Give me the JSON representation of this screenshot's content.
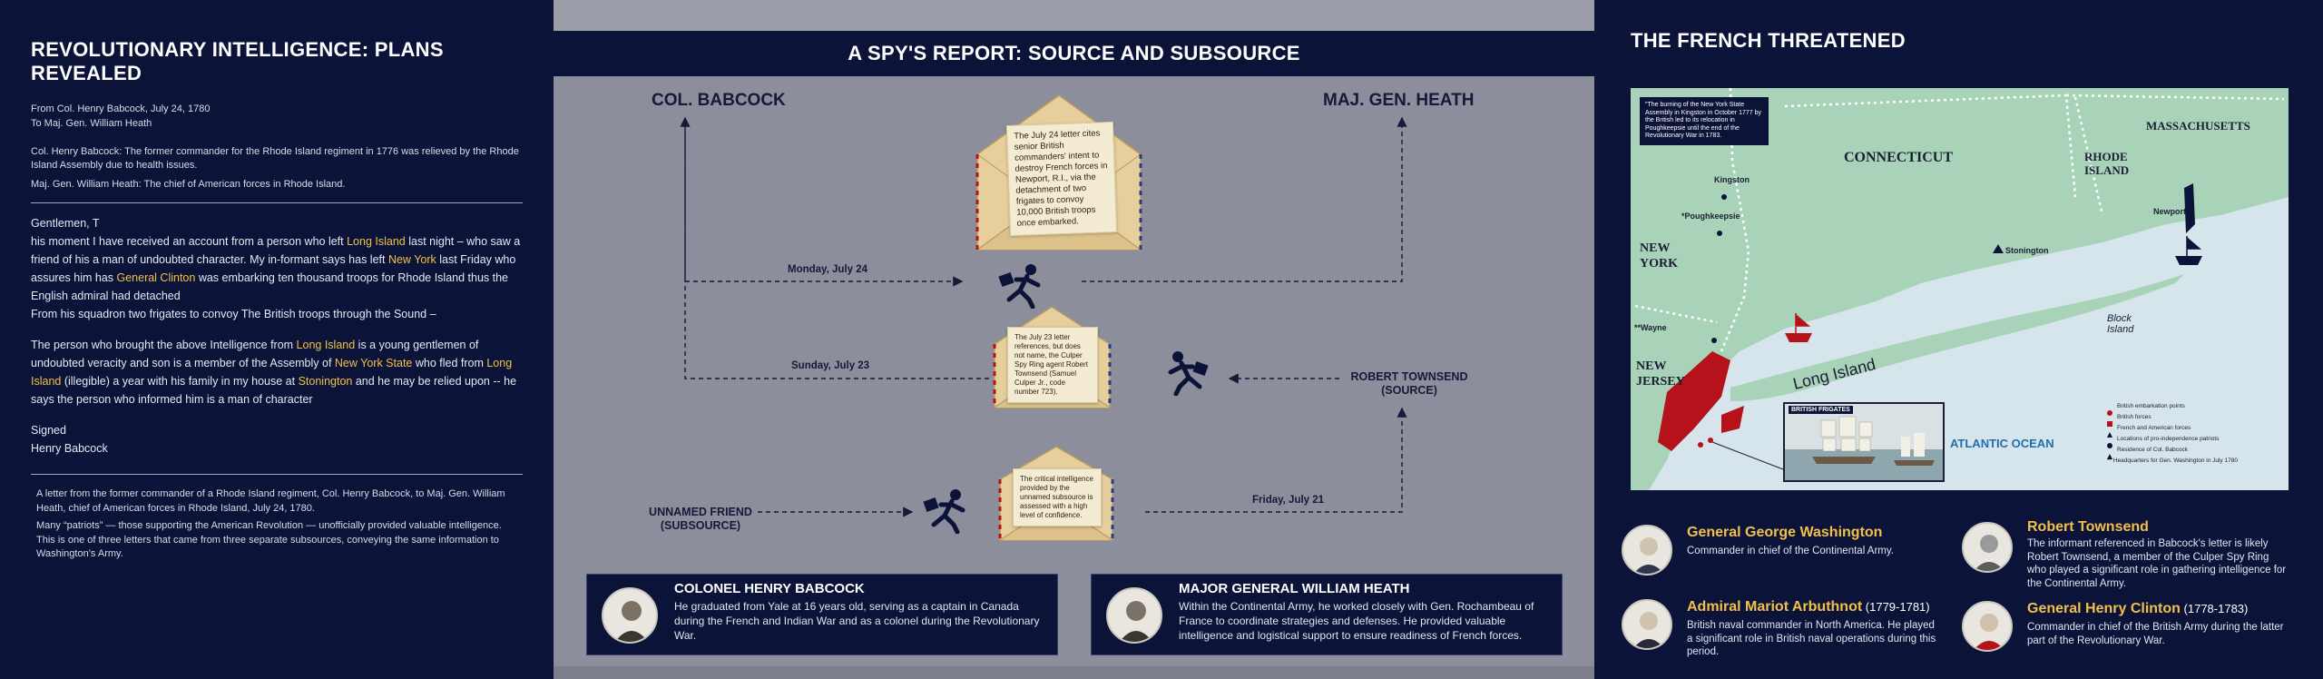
{
  "left": {
    "title": "REVOLUTIONARY INTELLIGENCE: PLANS REVEALED",
    "from_line": "From Col. Henry Babcock, July 24, 1780",
    "to_line": "To Maj. Gen. William Heath",
    "bio_babcock": "Col. Henry Babcock: The former commander for the Rhode Island regiment in 1776 was relieved by the Rhode Island Assembly due to health issues.",
    "bio_heath": "Maj. Gen.  William Heath:  The chief of American forces in Rhode Island.",
    "letter": {
      "salutation": "Gentlemen, T",
      "p1_a": "his moment I have received an account from a person who left ",
      "p1_long_island": "Long Island",
      "p1_b": " last night – who saw a friend of his a man of undoubted character. My in-formant says has left ",
      "p1_new_york": "New York",
      "p1_c": " last Friday who assures him has ",
      "p1_clinton": "General Clinton",
      "p1_d": " was embarking ten thousand troops for Rhode Island thus the English admiral had detached",
      "p2": "From his squadron two frigates to convoy The British troops through the Sound –",
      "p3_a": "The person who brought the above Intelligence from ",
      "p3_long_island": "Long Island",
      "p3_b": " is a young gentlemen of undoubted veracity and son is a member of the Assembly of ",
      "p3_nys": "New York State",
      "p3_c": " who fled from ",
      "p3_long_island2": "Long Island",
      "p3_d": " (illegible) a year with his family in my house at ",
      "p3_stonington": "Stonington",
      "p3_e": " and he may be relied upon -- he says the person who informed him is a man of character",
      "signed": "Signed",
      "signature": "Henry Babcock"
    },
    "note1": "A letter from the former commander of a Rhode Island regiment, Col. Henry Babcock, to Maj. Gen. William Heath, chief of American forces in Rhode Island, July 24, 1780.",
    "note2": "Many “patriots” — those supporting the American Revolution — unofficially provided valuable intelligence. This is one of three letters that came from three separate subsources, conveying the same information to Washington’s Army."
  },
  "center": {
    "title": "A SPY'S REPORT: SOURCE AND SUBSOURCE",
    "col_babcock": "COL. BABCOCK",
    "maj_gen_heath": "MAJ. GEN.  HEATH",
    "robert_townsend": "ROBERT TOWNSEND",
    "source": "(SOURCE)",
    "unnamed_friend": "UNNAMED FRIEND",
    "subsource": "(SUBSOURCE)",
    "date_monday": "Monday, July 24",
    "date_sunday": "Sunday, July 23",
    "date_friday": "Friday, July 21",
    "env1_text": "The July 24 letter cites senior British commanders' intent to destroy French forces in Newport, R.I., via the detachment of two frigates to convoy 10,000 British troops once embarked.",
    "env2_text": "The July 23 letter references, but does not name, the Culper Spy Ring agent Robert Townsend (Samuel Culper Jr., code number 723).",
    "env3_text": "The critical intelligence provided by the unnamed subsource is assessed with a high level of confidence.",
    "card_babcock": {
      "name": "COLONEL HENRY BABCOCK",
      "text": "He graduated from Yale at 16 years old, serving as a captain in Canada during the French and Indian War and as a colonel during the Revolutionary War."
    },
    "card_heath": {
      "name": "MAJOR GENERAL WILLIAM HEATH",
      "text": "Within the Continental Army, he worked closely with Gen. Rochambeau of France to coordinate strategies and defenses. He provided valuable intelligence and logistical support to ensure readiness of French forces."
    }
  },
  "right": {
    "title": "THE FRENCH THREATENED",
    "map": {
      "quote": "\"The burning of the New York State Assembly in Kingston in October 1777 by the British led to its relocation in Poughkeepsie until the end of the Revolutionary War in 1783.",
      "connecticut": "CONNECTICUT",
      "rhode_island_1": "RHODE",
      "rhode_island_2": "ISLAND",
      "massachusetts": "MASSACHUSETTS",
      "new_york_1": "NEW",
      "new_york_2": "YORK",
      "new_jersey_1": "NEW",
      "new_jersey_2": "JERSEY",
      "long_island": "Long Island",
      "block_island_1": "Block",
      "block_island_2": "Island",
      "atlantic": "ATLANTIC  OCEAN",
      "kingston": "Kingston",
      "poughkeepsie": "*Poughkeepsie",
      "wayne": "**Wayne",
      "stonington": "Stonington",
      "newport": "Newport",
      "inset_label": "BRITISH FRIGATES",
      "legend": [
        "British embarkation points",
        "British forces",
        "French and American forces",
        "Locations of pro-independence patriots",
        "Residence of Col. Babcock",
        "Headquarters for Gen. Washington in July 1780"
      ],
      "legend_markers": [
        "** "
      ],
      "colors": {
        "land": "#a8d3b8",
        "water": "#d6e4ec",
        "british": "#b5121b",
        "navy": "#0b1338"
      }
    },
    "people": [
      {
        "name": "General George Washington",
        "years": "",
        "text": "Commander in chief of the Continental Army."
      },
      {
        "name": "Robert Townsend",
        "years": "",
        "text": "The informant referenced in Babcock's letter is likely Robert Townsend, a member of the Culper Spy Ring who played a significant role in gathering intelligence for the Continental Army."
      },
      {
        "name": "Admiral Mariot Arbuthnot",
        "years": " (1779-1781)",
        "text": "British naval commander in North America. He played a significant role in British naval operations during this period."
      },
      {
        "name": "General Henry Clinton",
        "years": " (1778-1783)",
        "text": "Commander in chief of the British Army during the latter part of the Revolutionary War."
      }
    ]
  }
}
